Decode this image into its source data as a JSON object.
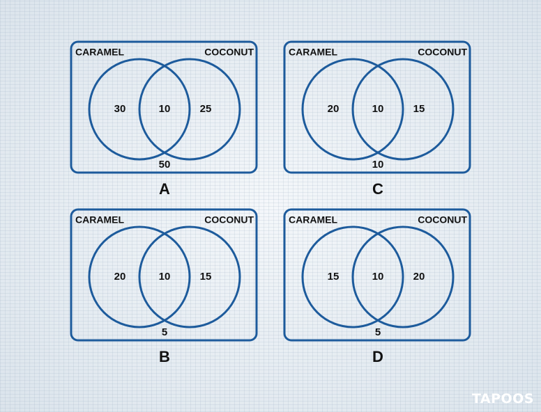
{
  "colors": {
    "stroke": "#1d5b9c",
    "text": "#111111"
  },
  "panels": [
    {
      "id": "A",
      "label": "A",
      "set_left": "CARAMEL",
      "set_right": "COCONUT",
      "left_only": "30",
      "both": "10",
      "right_only": "25",
      "neither": "50"
    },
    {
      "id": "C",
      "label": "C",
      "set_left": "CARAMEL",
      "set_right": "COCONUT",
      "left_only": "20",
      "both": "10",
      "right_only": "15",
      "neither": "10"
    },
    {
      "id": "B",
      "label": "B",
      "set_left": "CARAMEL",
      "set_right": "COCONUT",
      "left_only": "20",
      "both": "10",
      "right_only": "15",
      "neither": "5"
    },
    {
      "id": "D",
      "label": "D",
      "set_left": "CARAMEL",
      "set_right": "COCONUT",
      "left_only": "15",
      "both": "10",
      "right_only": "20",
      "neither": "5"
    }
  ],
  "logo": "TAPOOS"
}
